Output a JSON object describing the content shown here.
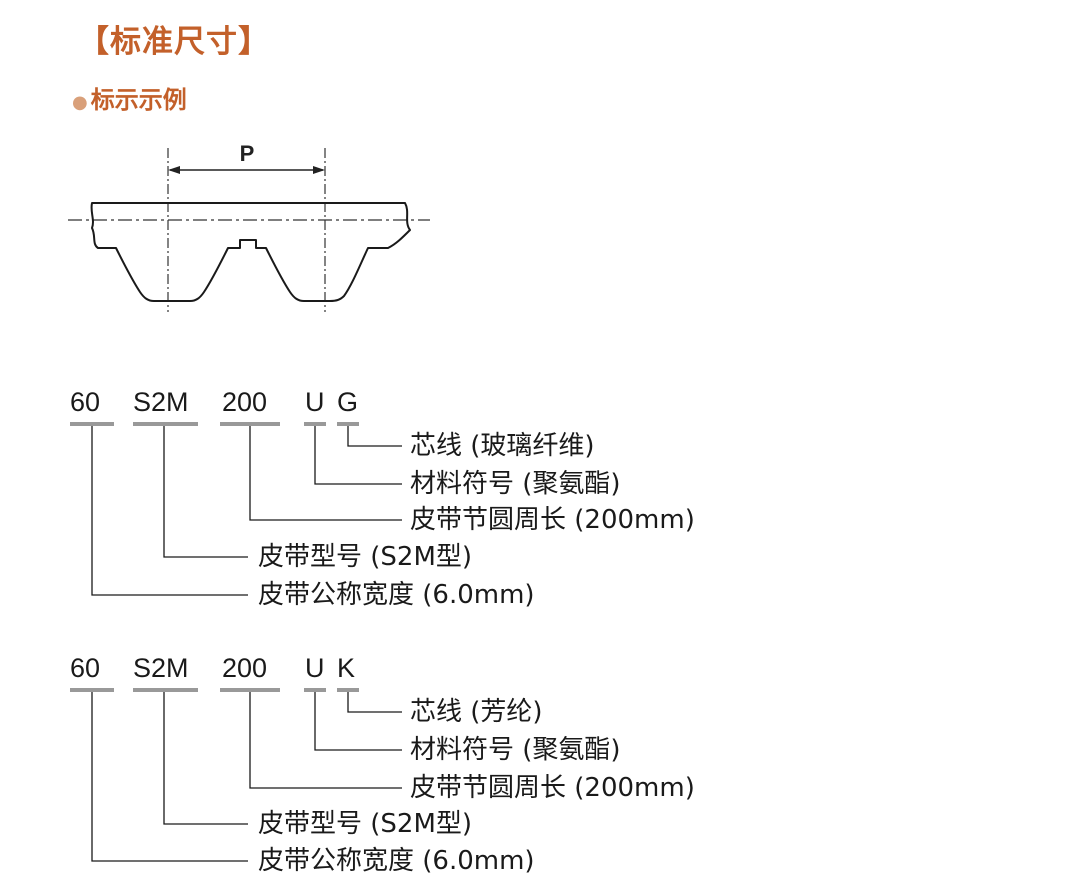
{
  "title": "【标准尺寸】",
  "subtitle": "标示示例",
  "diagram": {
    "pitch_label": "P"
  },
  "examples": [
    {
      "codes": {
        "width": "60",
        "type": "S2M",
        "pitch_length": "200",
        "material": "U",
        "core": "G"
      },
      "labels": {
        "core": "芯线 (玻璃纤维)",
        "material": "材料符号 (聚氨酯)",
        "pitch_length": "皮带节圆周长 (200mm)",
        "type": "皮带型号 (S2M型)",
        "width": "皮带公称宽度 (6.0mm)"
      }
    },
    {
      "codes": {
        "width": "60",
        "type": "S2M",
        "pitch_length": "200",
        "material": "U",
        "core": "K"
      },
      "labels": {
        "core": "芯线 (芳纶)",
        "material": "材料符号 (聚氨酯)",
        "pitch_length": "皮带节圆周长 (200mm)",
        "type": "皮带型号 (S2M型)",
        "width": "皮带公称宽度 (6.0mm)"
      }
    }
  ]
}
